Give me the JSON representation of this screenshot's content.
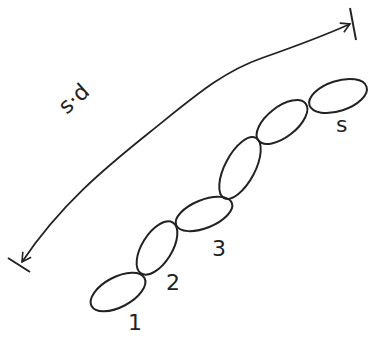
{
  "diagram": {
    "labels": [
      "s·d",
      "1",
      "2",
      "3",
      "s"
    ]
  }
}
